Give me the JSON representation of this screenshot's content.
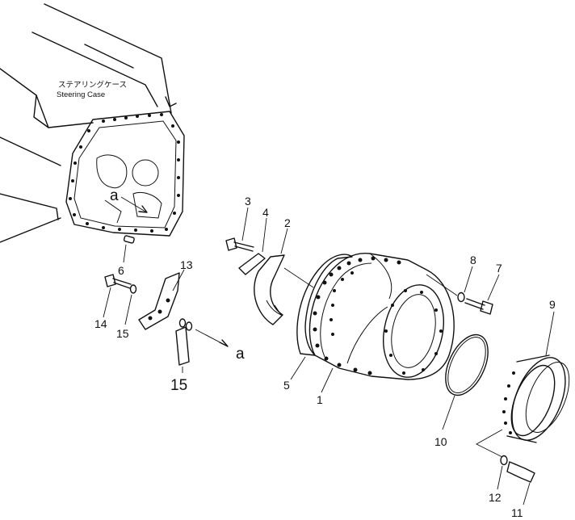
{
  "caption": {
    "jp": "ステアリングケース",
    "en": "Steering Case"
  },
  "ref_mark": "a",
  "labels": {
    "p1": "1",
    "p2": "2",
    "p3": "3",
    "p4": "4",
    "p5": "5",
    "p6": "6",
    "p7": "7",
    "p8": "8",
    "p9": "9",
    "p10": "10",
    "p11": "11",
    "p12": "12",
    "p13": "13",
    "p14": "14",
    "p15a": "15",
    "p15b": "15"
  }
}
